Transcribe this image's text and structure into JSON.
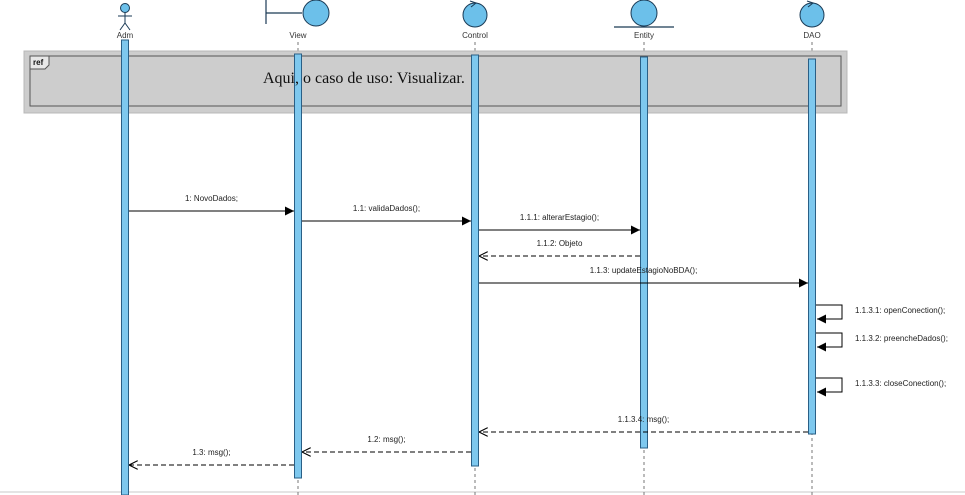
{
  "participants": [
    {
      "name": "Adm",
      "kind": "actor"
    },
    {
      "name": "View",
      "kind": "boundary"
    },
    {
      "name": "Control",
      "kind": "control"
    },
    {
      "name": "Entity",
      "kind": "entity"
    },
    {
      "name": "DAO",
      "kind": "control"
    }
  ],
  "ref_frame": {
    "tag": "ref",
    "text": "Aqui, o caso de uso: Visualizar."
  },
  "messages": [
    {
      "label": "1: NovoDados;",
      "from": "Adm",
      "to": "View",
      "type": "sync"
    },
    {
      "label": "1.1: validaDados();",
      "from": "View",
      "to": "Control",
      "type": "sync"
    },
    {
      "label": "1.1.1: alterarEstagio();",
      "from": "Control",
      "to": "Entity",
      "type": "sync"
    },
    {
      "label": "1.1.2: Objeto",
      "from": "Entity",
      "to": "Control",
      "type": "return"
    },
    {
      "label": "1.1.3: updateEstagioNoBDA();",
      "from": "Control",
      "to": "DAO",
      "type": "sync"
    },
    {
      "label": "1.1.3.1: openConection();",
      "from": "DAO",
      "to": "DAO",
      "type": "self"
    },
    {
      "label": "1.1.3.2: preencheDados();",
      "from": "DAO",
      "to": "DAO",
      "type": "self"
    },
    {
      "label": "1.1.3.3: closeConection();",
      "from": "DAO",
      "to": "DAO",
      "type": "self"
    },
    {
      "label": "1.1.3.4: msg();",
      "from": "DAO",
      "to": "Control",
      "type": "return"
    },
    {
      "label": "1.2: msg();",
      "from": "Control",
      "to": "View",
      "type": "return"
    },
    {
      "label": "1.3: msg();",
      "from": "View",
      "to": "Adm",
      "type": "return"
    }
  ],
  "colors": {
    "icon_fill": "#6cc0ea",
    "icon_stroke": "#1a3a55",
    "activation_fill": "#7ec8ee",
    "activation_stroke": "#2a5f86",
    "ref_fill": "#cdcdcd",
    "line": "#000000"
  }
}
